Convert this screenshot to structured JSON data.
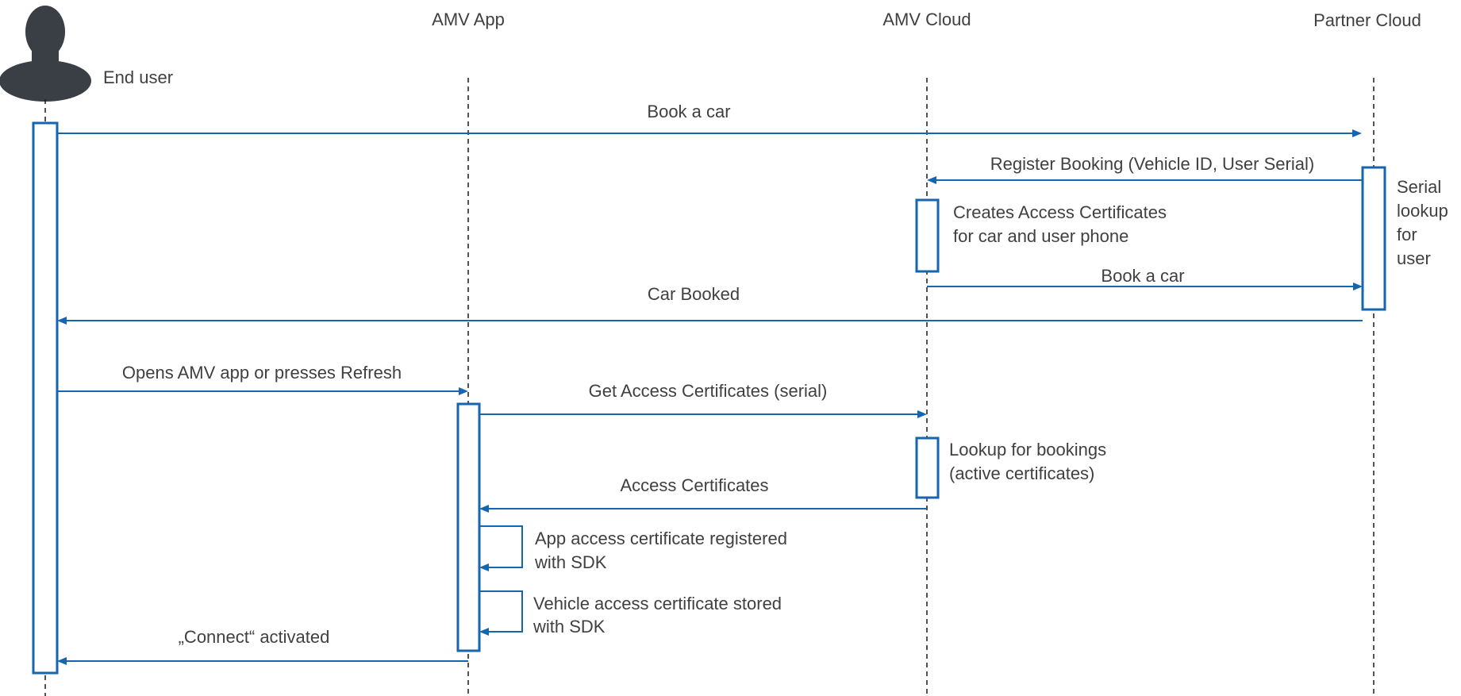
{
  "colors": {
    "accent": "#1565b0",
    "text": "#404040",
    "actor": "#3a3f45"
  },
  "participants": {
    "end_user": "End user",
    "amv_app": "AMV App",
    "amv_cloud": "AMV Cloud",
    "partner_cloud": "Partner Cloud"
  },
  "messages": {
    "book_car_1": "Book a car",
    "register_booking": "Register Booking (Vehicle ID, User Serial)",
    "book_car_2": "Book a car",
    "car_booked": "Car Booked",
    "opens_app": "Opens AMV app or presses Refresh",
    "get_certs": "Get Access Certificates (serial)",
    "access_certs": "Access Certificates",
    "connect_activated": "„Connect“ activated"
  },
  "notes": {
    "serial_lookup": [
      "Serial",
      "lookup",
      "for",
      "user"
    ],
    "creates_certs": [
      "Creates Access Certificates",
      "for car and user phone"
    ],
    "lookup_bookings": [
      "Lookup for bookings",
      "(active certificates)"
    ],
    "app_cert": [
      "App access certificate registered",
      "with SDK"
    ],
    "vehicle_cert": [
      "Vehicle access certificate stored",
      "with SDK"
    ]
  },
  "icons": {
    "actor": "person-silhouette-icon"
  }
}
